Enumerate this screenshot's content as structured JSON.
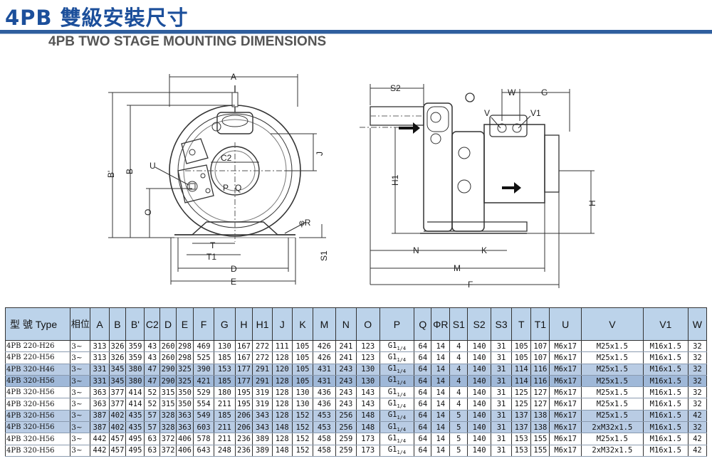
{
  "header": {
    "title_cn": "4PB 雙級安裝尺寸",
    "title_en": "4PB TWO STAGE MOUNTING DIMENSIONS"
  },
  "drawing_labels": {
    "A": "A",
    "B_prime": "B'",
    "B": "B",
    "C2": "C2",
    "U": "U",
    "J": "J",
    "O": "O",
    "P": "P",
    "Q": "Q",
    "phiR": "φR",
    "T": "T",
    "T1": "T1",
    "D": "D",
    "E": "E",
    "S1": "S1",
    "S2": "S2",
    "W": "W",
    "G": "G",
    "V": "V",
    "V1": "V1",
    "H1": "H1",
    "H": "H",
    "N": "N",
    "K": "K",
    "M": "M",
    "F": "F"
  },
  "table": {
    "headers": [
      "型 號 Type",
      "相位",
      "A",
      "B",
      "B'",
      "C2",
      "D",
      "E",
      "F",
      "G",
      "H",
      "H1",
      "J",
      "K",
      "M",
      "N",
      "O",
      "P",
      "Q",
      "ΦR",
      "S1",
      "S2",
      "S3",
      "T",
      "T1",
      "U",
      "V",
      "V1",
      "W"
    ],
    "rows": [
      [
        "4PB 220-H26",
        "3~",
        "313",
        "326",
        "359",
        "43",
        "260",
        "298",
        "469",
        "130",
        "167",
        "272",
        "111",
        "105",
        "426",
        "241",
        "123",
        "G1",
        "64",
        "14",
        "4",
        "140",
        "31",
        "105",
        "107",
        "M6x17",
        "M25x1.5",
        "M16x1.5",
        "32"
      ],
      [
        "4PB 220-H56",
        "3~",
        "313",
        "326",
        "359",
        "43",
        "260",
        "298",
        "525",
        "185",
        "167",
        "272",
        "128",
        "105",
        "426",
        "241",
        "123",
        "G1",
        "64",
        "14",
        "4",
        "140",
        "31",
        "105",
        "107",
        "M6x17",
        "M25x1.5",
        "M16x1.5",
        "32"
      ],
      [
        "4PB 320-H46",
        "3~",
        "331",
        "345",
        "380",
        "47",
        "290",
        "325",
        "390",
        "153",
        "177",
        "291",
        "120",
        "105",
        "431",
        "243",
        "130",
        "G1",
        "64",
        "14",
        "4",
        "140",
        "31",
        "114",
        "116",
        "M6x17",
        "M25x1.5",
        "M16x1.5",
        "32"
      ],
      [
        "4PB 320-H56",
        "3~",
        "331",
        "345",
        "380",
        "47",
        "290",
        "325",
        "421",
        "185",
        "177",
        "291",
        "128",
        "105",
        "431",
        "243",
        "130",
        "G1",
        "64",
        "14",
        "4",
        "140",
        "31",
        "114",
        "116",
        "M6x17",
        "M25x1.5",
        "M16x1.5",
        "32"
      ],
      [
        "4PB 320-H56",
        "3~",
        "363",
        "377",
        "414",
        "52",
        "315",
        "350",
        "529",
        "180",
        "195",
        "319",
        "128",
        "130",
        "436",
        "243",
        "143",
        "G1",
        "64",
        "14",
        "4",
        "140",
        "31",
        "125",
        "127",
        "M6x17",
        "M25x1.5",
        "M16x1.5",
        "32"
      ],
      [
        "4PB 320-H56",
        "3~",
        "363",
        "377",
        "414",
        "52",
        "315",
        "350",
        "554",
        "211",
        "195",
        "319",
        "128",
        "130",
        "436",
        "243",
        "143",
        "G1",
        "64",
        "14",
        "4",
        "140",
        "31",
        "125",
        "127",
        "M6x17",
        "M25x1.5",
        "M16x1.5",
        "32"
      ],
      [
        "4PB 320-H56",
        "3~",
        "387",
        "402",
        "435",
        "57",
        "328",
        "363",
        "549",
        "185",
        "206",
        "343",
        "128",
        "152",
        "453",
        "256",
        "148",
        "G1",
        "64",
        "14",
        "5",
        "140",
        "31",
        "137",
        "138",
        "M6x17",
        "M25x1.5",
        "M16x1.5",
        "42"
      ],
      [
        "4PB 320-H56",
        "3~",
        "387",
        "402",
        "435",
        "57",
        "328",
        "363",
        "603",
        "211",
        "206",
        "343",
        "148",
        "152",
        "453",
        "256",
        "148",
        "G1",
        "64",
        "14",
        "5",
        "140",
        "31",
        "137",
        "138",
        "M6x17",
        "2xM32x1.5",
        "M16x1.5",
        "32"
      ],
      [
        "4PB 320-H56",
        "3~",
        "442",
        "457",
        "495",
        "63",
        "372",
        "406",
        "578",
        "211",
        "236",
        "389",
        "128",
        "152",
        "458",
        "259",
        "173",
        "G1",
        "64",
        "14",
        "5",
        "140",
        "31",
        "153",
        "155",
        "M6x17",
        "M25x1.5",
        "M16x1.5",
        "42"
      ],
      [
        "4PB 320-H56",
        "3~",
        "442",
        "457",
        "495",
        "63",
        "372",
        "406",
        "643",
        "248",
        "236",
        "389",
        "148",
        "152",
        "458",
        "259",
        "173",
        "G1",
        "64",
        "14",
        "5",
        "140",
        "31",
        "153",
        "155",
        "M6x17",
        "2xM32x1.5",
        "M16x1.5",
        "42"
      ]
    ],
    "p_fraction": "1/4",
    "row_highlight": [
      "none",
      "none",
      "light",
      "mid",
      "none",
      "none",
      "light",
      "light",
      "none",
      "none"
    ]
  }
}
